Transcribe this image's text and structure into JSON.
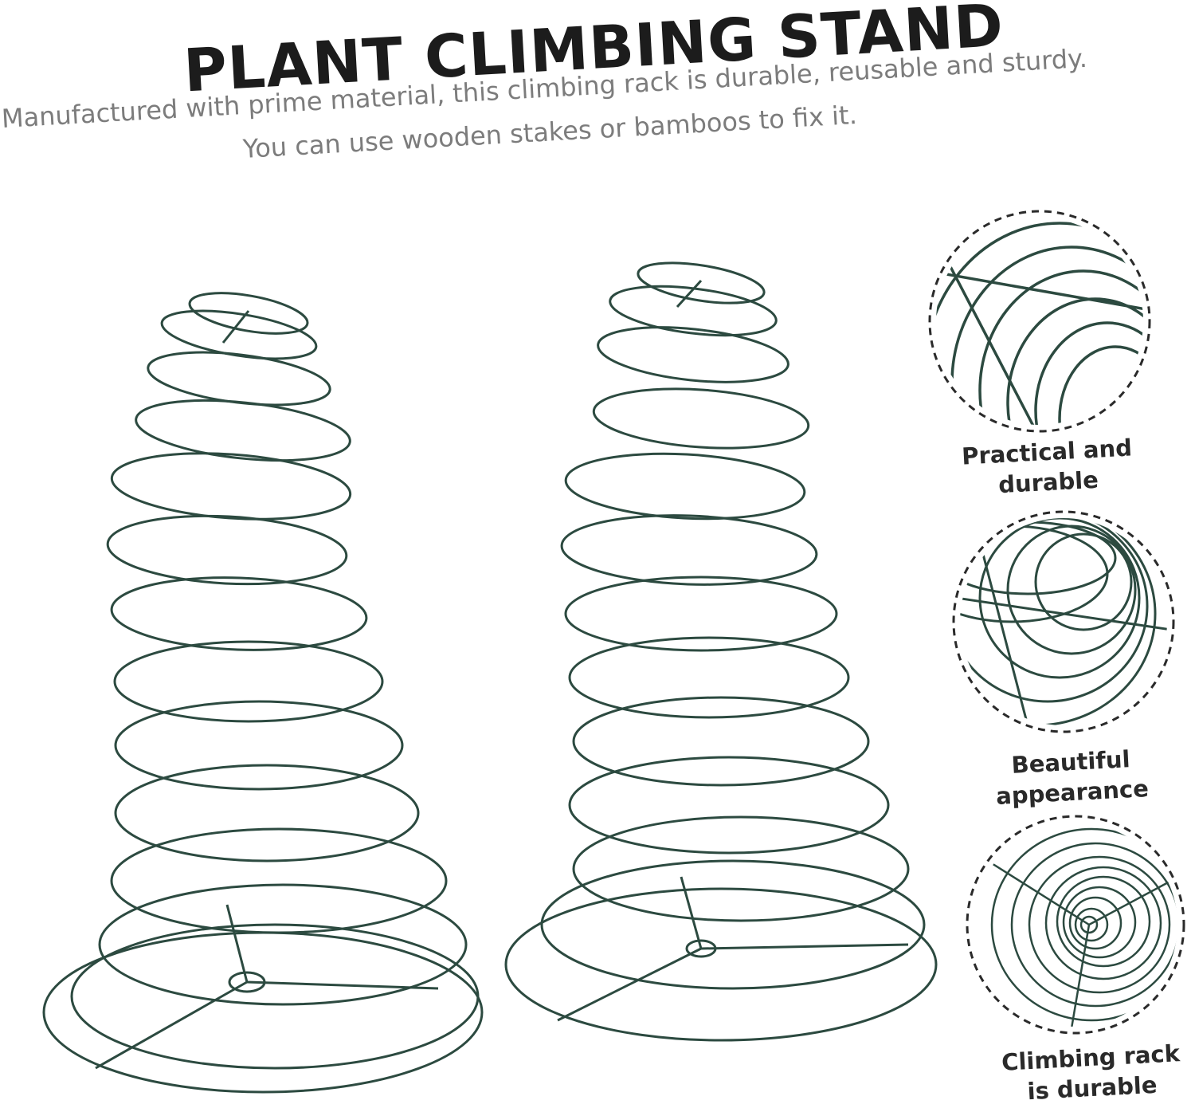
{
  "header": {
    "title": "PLANT CLIMBING STAND",
    "subtitle_line1": "Manufactured with prime material, this climbing rack is durable, reusable and sturdy.",
    "subtitle_line2": "You can use wooden stakes or bamboos to fix it."
  },
  "features": [
    {
      "label": "Practical and durable",
      "icon": "wire-closeup-icon"
    },
    {
      "label": "Beautiful appearance",
      "icon": "wire-closeup-icon"
    },
    {
      "label": "Climbing rack is durable",
      "icon": "wire-closeup-icon"
    }
  ],
  "colors": {
    "wire": "#2c4a40",
    "title": "#1c1c1c",
    "subtitle": "#7c7c7c",
    "background": "#ffffff"
  }
}
